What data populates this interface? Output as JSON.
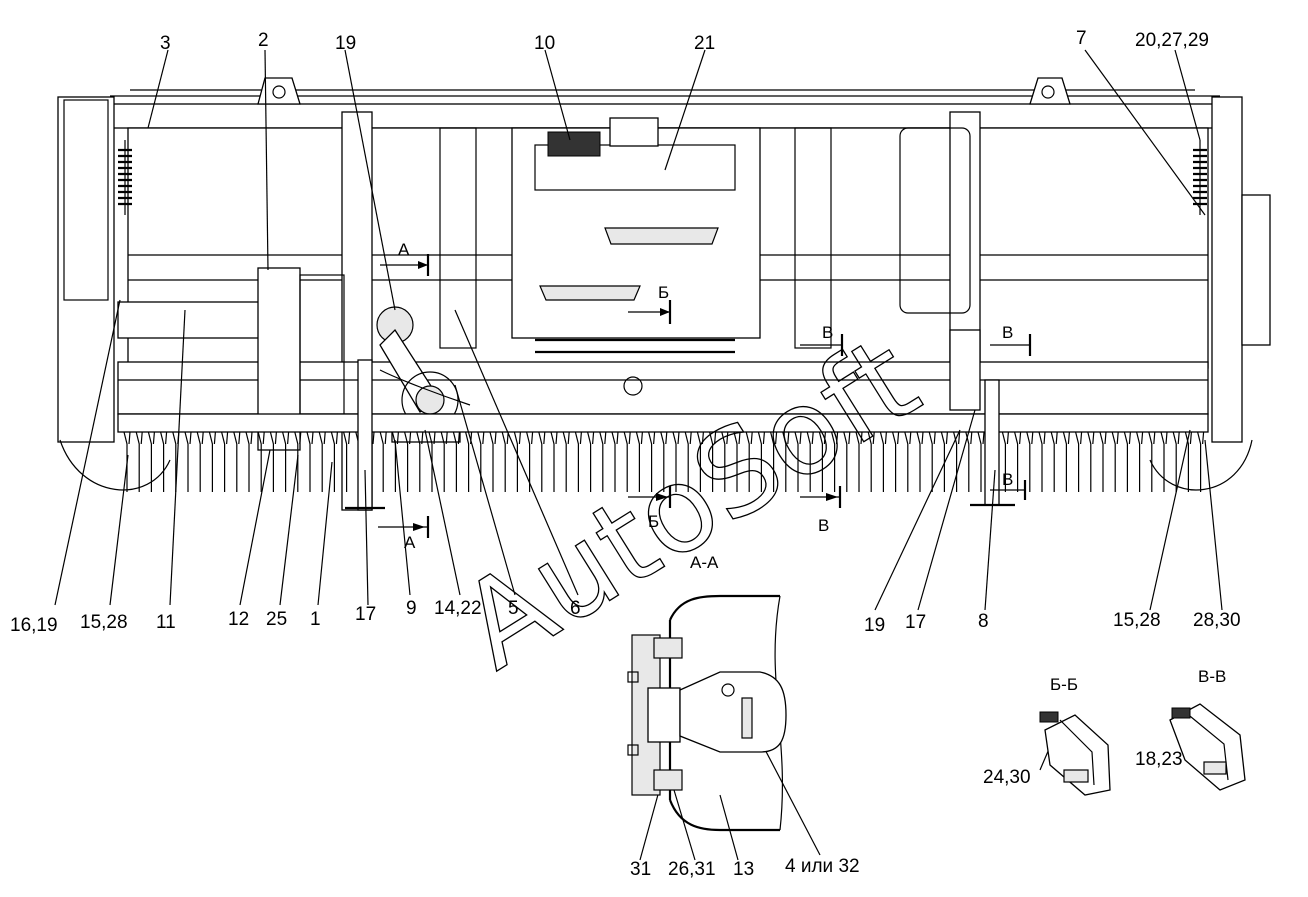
{
  "callouts": {
    "c3": "3",
    "c2": "2",
    "c19top": "19",
    "c10": "10",
    "c21": "21",
    "c7": "7",
    "c20": "20,27,29",
    "c16": "16,19",
    "c15l": "15,28",
    "c11": "11",
    "c12": "12",
    "c25": "25",
    "c1": "1",
    "c17l": "17",
    "c9": "9",
    "c14": "14,22",
    "c5": "5",
    "c6": "6",
    "c19r": "19",
    "c17r": "17",
    "c8": "8",
    "c15r": "15,28",
    "c28": "28,30",
    "c31": "31",
    "c2631": "26,31",
    "c13": "13",
    "c4": "4 или 32",
    "c2430": "24,30",
    "c1823": "18,23"
  },
  "sections": {
    "aa_title": "А-А",
    "bb_title": "Б-Б",
    "vv_title": "В-В",
    "a_top": "А",
    "a_bottom": "А",
    "b_top": "Б",
    "b_bottom": "Б",
    "v_left": "В",
    "v_right": "В",
    "v_bottom": "В",
    "v_bottom2": "В"
  },
  "watermark": "AutoSoft"
}
